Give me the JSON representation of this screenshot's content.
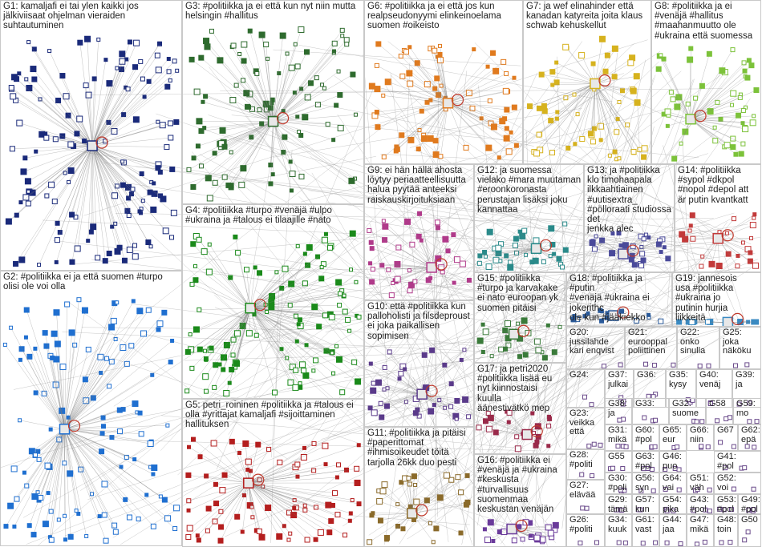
{
  "graph": {
    "title": "",
    "groups": [
      {
        "id": "G1",
        "text": "G1: kamaljafi ei tai ylen kaikki jos\njälkiviisaat ohjelman vieraiden\nsuhtautuminen",
        "color": "#1a2a7a"
      },
      {
        "id": "G2",
        "text": "G2: #politiikka ei ja että suomen #turpo\nolisi ole voi olla",
        "color": "#1f6fd0"
      },
      {
        "id": "G3",
        "text": "G3: #politiikka ja ei että kun nyt niin mutta\nhelsingin #hallitus",
        "color": "#2e6b2e"
      },
      {
        "id": "G4",
        "text": "G4: #politiikka #turpo #venäjä #ulpo\n#ukraina ja #talous ei tilaajille #nato",
        "color": "#1a8a1a"
      },
      {
        "id": "G5",
        "text": "G5: petri_roininen #politiikka ja #talous ei\nolla #yrittajat kamaljafi #sijoittaminen\nhallituksen",
        "color": "#b41e1e"
      },
      {
        "id": "G6",
        "text": "G6: #politiikka ja ei että jos kun\nrealpseudonyymi elinkeinoelama\nsuomen #oikeisto",
        "color": "#e07a1e"
      },
      {
        "id": "G7",
        "text": "G7: ja wef elinahinder että\nkanadan katyreita joita klaus\nschwab kehuskellut",
        "color": "#d6b21e"
      },
      {
        "id": "G8",
        "text": "G8: #politiikka ja ei\n#venäjä #hallitus\n#maahanmuutto ole\n#ukraina että suomessa",
        "color": "#7cc23a"
      },
      {
        "id": "G9",
        "text": "G9: ei hän hällä ahosta\nlöytyy periaatteellisuutta\nhalua pyytää anteeksi\nraiskauskirjoituksiaan",
        "color": "#b03a8a"
      },
      {
        "id": "G10",
        "text": "G10: että #politiikka kun\npalloholisti ja filsdeproust\nei joka paikallisen\nsopimisen",
        "color": "#5a3a8a"
      },
      {
        "id": "G11",
        "text": "G11: #politiikka ja pitäisi\n#paperittomat\n#ihmisoikeudet töitä\ntarjolla 26kk duo pesti",
        "color": "#8a6a2a"
      },
      {
        "id": "G12",
        "text": "G12: ja suomessa\nvielako #mara muutaman\n#eroonkoronasta\nperustajan lisäksi joku\nkannattaa",
        "color": "#2a8a8a"
      },
      {
        "id": "G13",
        "text": "G13: ja #politiikka\nklo timohaapala\nilkkaahtiainen\n#uutisextra_\n#pölloraati studiossa det\njenkka alec",
        "color": "#4a4a9a"
      },
      {
        "id": "G14",
        "text": "G14: #politiikka\n#sypol #dkpol\n#nopol #depol att\när putin kvantkatt",
        "color": "#c23a3a"
      },
      {
        "id": "G15",
        "text": "G15: #politiikka\n#turpo ja karvakake\nei nato euroopan yk\nsuomen pitäisi",
        "color": "#3a7a3a"
      },
      {
        "id": "G16",
        "text": "G16: #politiikka ei\n#venäjä ja #ukraina\n#keskusta\n#turvallisuus\nsuomenmaa\nkeskustan venäjän",
        "color": "#6a3a9a"
      },
      {
        "id": "G17",
        "text": "G17: ja petri2020\n#politiikka lisää eu\nnyt kiinnostaisi kuulla\näänestivätkö mep",
        "color": "#9a2a4a"
      },
      {
        "id": "G18",
        "text": "G18: #politiikka ja #putin\n#venäjä #ukraina ei jokerithc\nole kun #jääkiekko",
        "color": "#2a5a9a"
      },
      {
        "id": "G19",
        "text": "G19: jannesois\nusa #politiikka\n#ukraina jo\nputinin hurjia\nliikkeitä",
        "color": "#3a8ac2"
      },
      {
        "id": "G20",
        "text": "G20:\njussilahde\nkari enqvist",
        "color": "#7a7a7a"
      },
      {
        "id": "G21",
        "text": "G21:\neurooppal\npoliittinen",
        "color": "#7a7a7a"
      },
      {
        "id": "G22",
        "text": "G22:\nonko\nsinulla",
        "color": "#7a7a7a"
      },
      {
        "id": "G25",
        "text": "G25:\njoka\nnäköku",
        "color": "#7a7a7a"
      },
      {
        "id": "G24",
        "text": "G24:",
        "color": "#7a7a7a"
      },
      {
        "id": "G37",
        "text": "G37:\njulkai",
        "color": "#7a7a7a"
      },
      {
        "id": "G36",
        "text": "G36:",
        "color": "#7a7a7a"
      },
      {
        "id": "G35",
        "text": "G35:\nkysy",
        "color": "#7a7a7a"
      },
      {
        "id": "G40",
        "text": "G40:\nvenäj",
        "color": "#7a7a7a"
      },
      {
        "id": "G39",
        "text": "G39:\nja",
        "color": "#7a7a7a"
      },
      {
        "id": "G38",
        "text": "G38:\nja",
        "color": "#7a7a7a"
      },
      {
        "id": "G33",
        "text": "G33:",
        "color": "#7a7a7a"
      },
      {
        "id": "G32",
        "text": "G32:\nsuome",
        "color": "#7a7a7a"
      },
      {
        "id": "G58",
        "text": "G58",
        "color": "#7a7a7a"
      },
      {
        "id": "G59",
        "text": "G59:\nmo",
        "color": "#7a7a7a"
      },
      {
        "id": "G23",
        "text": "G23:\nveikka\nettä",
        "color": "#7a7a7a"
      },
      {
        "id": "G31",
        "text": "G31:\nmikä",
        "color": "#7a7a7a"
      },
      {
        "id": "G60",
        "text": "G60:\n#pol",
        "color": "#7a7a7a"
      },
      {
        "id": "G65",
        "text": "G65:\neur",
        "color": "#7a7a7a"
      },
      {
        "id": "G66",
        "text": "G66:\nniin",
        "color": "#7a7a7a"
      },
      {
        "id": "G67",
        "text": "G67",
        "color": "#7a7a7a"
      },
      {
        "id": "G62",
        "text": "G62:\nepä",
        "color": "#7a7a7a"
      },
      {
        "id": "G28",
        "text": "G28:\n#politi",
        "color": "#7a7a7a"
      },
      {
        "id": "G55",
        "text": "G55",
        "color": "#7a7a7a"
      },
      {
        "id": "G63",
        "text": "G63:\n#pol",
        "color": "#7a7a7a"
      },
      {
        "id": "G46",
        "text": "G46:\npuo",
        "color": "#7a7a7a"
      },
      {
        "id": "G41",
        "text": "G41:\n#pol",
        "color": "#7a7a7a"
      },
      {
        "id": "G30",
        "text": "G30:\n#poli",
        "color": "#7a7a7a"
      },
      {
        "id": "G56",
        "text": "G56:\nsyn",
        "color": "#7a7a7a"
      },
      {
        "id": "G64",
        "text": "G64:\nvai",
        "color": "#7a7a7a"
      },
      {
        "id": "G51",
        "text": "G51:\nväh",
        "color": "#7a7a7a"
      },
      {
        "id": "G52",
        "text": "G52:\nvoi",
        "color": "#7a7a7a"
      },
      {
        "id": "G27",
        "text": "G27:\nelävää",
        "color": "#7a7a7a"
      },
      {
        "id": "G29",
        "text": "G29:\ntämä",
        "color": "#7a7a7a"
      },
      {
        "id": "G57",
        "text": "G57:\nkun",
        "color": "#7a7a7a"
      },
      {
        "id": "G54",
        "text": "G54:\npika",
        "color": "#7a7a7a"
      },
      {
        "id": "G43",
        "text": "G43:\n#pol",
        "color": "#7a7a7a"
      },
      {
        "id": "G53",
        "text": "G53:\n#pol",
        "color": "#7a7a7a"
      },
      {
        "id": "G49",
        "text": "G49:\n#pol",
        "color": "#7a7a7a"
      },
      {
        "id": "G26",
        "text": "G26:\n#politi",
        "color": "#7a7a7a"
      },
      {
        "id": "G34",
        "text": "G34:\nkuuk",
        "color": "#7a7a7a"
      },
      {
        "id": "G61",
        "text": "G61:\nvast",
        "color": "#7a7a7a"
      },
      {
        "id": "G44",
        "text": "G44:\njaa",
        "color": "#7a7a7a"
      },
      {
        "id": "G47",
        "text": "G47:\nmikä",
        "color": "#7a7a7a"
      },
      {
        "id": "G48",
        "text": "G48:\ntoin",
        "color": "#7a7a7a"
      },
      {
        "id": "G50",
        "text": "G50",
        "color": "#7a7a7a"
      }
    ]
  }
}
